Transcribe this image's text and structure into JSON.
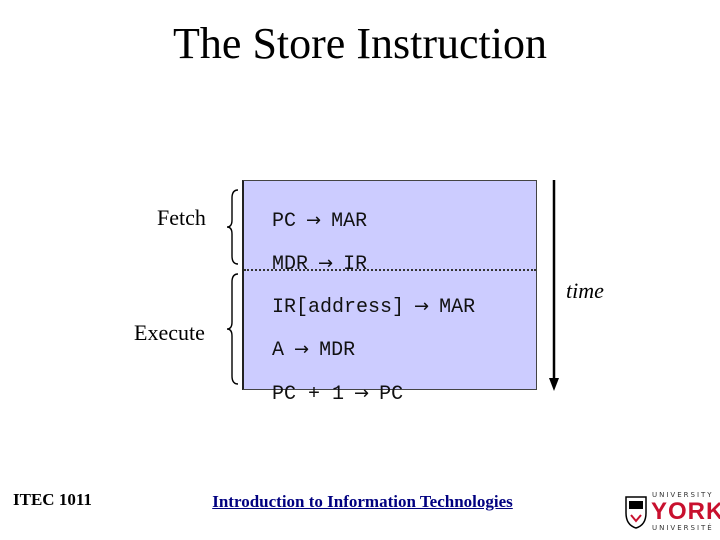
{
  "slide": {
    "title": "The Store Instruction",
    "phases": {
      "fetch": "Fetch",
      "execute": "Execute"
    },
    "steps": [
      {
        "lhs": "PC",
        "rhs": "MAR"
      },
      {
        "lhs": "MDR",
        "rhs": "IR"
      },
      {
        "lhs": "IR[address]",
        "rhs": "MAR"
      },
      {
        "lhs": "A",
        "rhs": "MDR"
      },
      {
        "lhs": "PC + 1",
        "rhs": "PC"
      }
    ],
    "arrow": "→",
    "time_label": "time"
  },
  "footer": {
    "course": "ITEC 1011",
    "center_link": "Introduction to Information Technologies",
    "logo": {
      "top": "UNIVERSITY",
      "main": "YORK",
      "bottom": "UNIVERSITÉ"
    }
  },
  "colors": {
    "box_fill": "#ccccff",
    "footer_link": "#000080",
    "logo_red": "#c8102e"
  }
}
